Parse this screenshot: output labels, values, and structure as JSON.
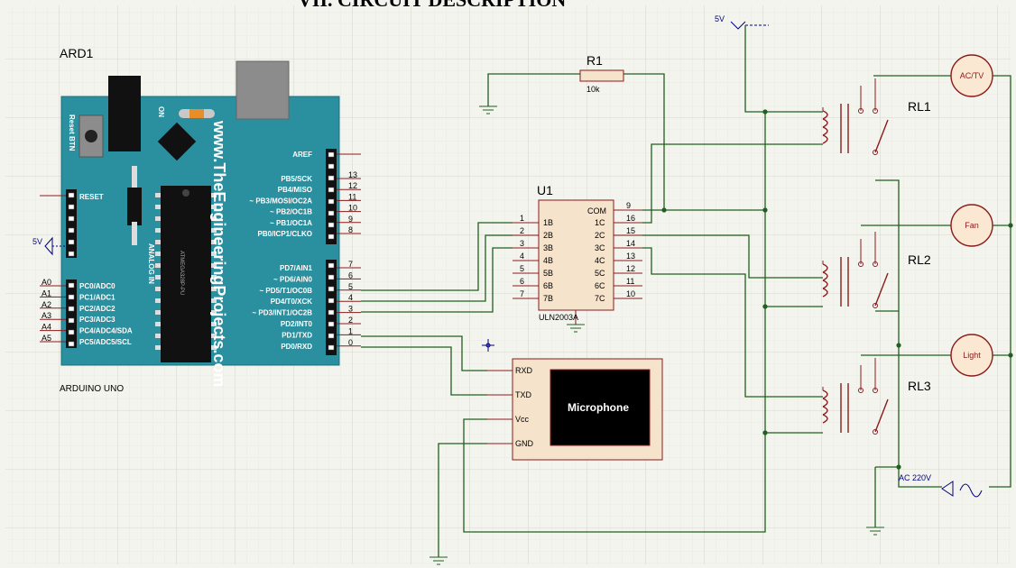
{
  "page_heading": "VII.     CIRCUIT DESCRIPTION",
  "arduino": {
    "ref": "ARD1",
    "name": "ARDUINO UNO",
    "website": "www.TheEngineeringProjects.com",
    "reset_btn": "Reset BTN",
    "on_label": "ON",
    "analog_in": "ANALOG IN",
    "chip_label": "ATMEGA328P-PU",
    "reset_pin": "RESET",
    "left_pins": [
      "A0",
      "A1",
      "A2",
      "A3",
      "A4",
      "A5"
    ],
    "analog_pins": [
      "PC0/ADC0",
      "PC1/ADC1",
      "PC2/ADC2",
      "PC3/ADC3",
      "PC4/ADC4/SDA",
      "PC5/ADC5/SCL"
    ],
    "aref": "AREF",
    "portb_pins": [
      "PB5/SCK",
      "PB4/MISO",
      "~ PB3/MOSI/OC2A",
      "~ PB2/OC1B",
      "~ PB1/OC1A",
      "PB0/ICP1/CLKO"
    ],
    "portb_nums": [
      "13",
      "12",
      "11",
      "10",
      "9",
      "8"
    ],
    "portd_pins": [
      "PD7/AIN1",
      "~ PD6/AIN0",
      "~ PD5/T1/OC0B",
      "PD4/T0/XCK",
      "~ PD3/INT1/OC2B",
      "PD2/INT0",
      "PD1/TXD",
      "PD0/RXD"
    ],
    "portd_nums": [
      "7",
      "6",
      "5",
      "4",
      "3",
      "2",
      "1",
      "0"
    ]
  },
  "power_5v_left": "5V",
  "power_5v_top": "5V",
  "resistor": {
    "ref": "R1",
    "value": "10k"
  },
  "driver": {
    "ref": "U1",
    "name": "ULN2003A",
    "com_label": "COM",
    "com_num": "9",
    "inputs": [
      "1B",
      "2B",
      "3B",
      "4B",
      "5B",
      "6B",
      "7B"
    ],
    "input_nums": [
      "1",
      "2",
      "3",
      "4",
      "5",
      "6",
      "7"
    ],
    "outputs": [
      "1C",
      "2C",
      "3C",
      "4C",
      "5C",
      "6C",
      "7C"
    ],
    "output_nums": [
      "16",
      "15",
      "14",
      "13",
      "12",
      "11",
      "10"
    ]
  },
  "mic": {
    "pins": [
      "RXD",
      "TXD",
      "Vcc",
      "GND"
    ],
    "label": "Microphone"
  },
  "relays": [
    "RL1",
    "RL2",
    "RL3"
  ],
  "loads": [
    "AC/TV",
    "Fan",
    "Light"
  ],
  "ac_source": "AC 220V",
  "colors": {
    "board": "#2a8f9e",
    "wire": "#1f5f1f",
    "pin": "#8b1a1a",
    "load": "#fbe8d3",
    "load_stroke": "#8b1a1a",
    "grid": "#d9d9cf",
    "part_fill": "#f5e3cc",
    "coil": "#8b1a1a"
  }
}
